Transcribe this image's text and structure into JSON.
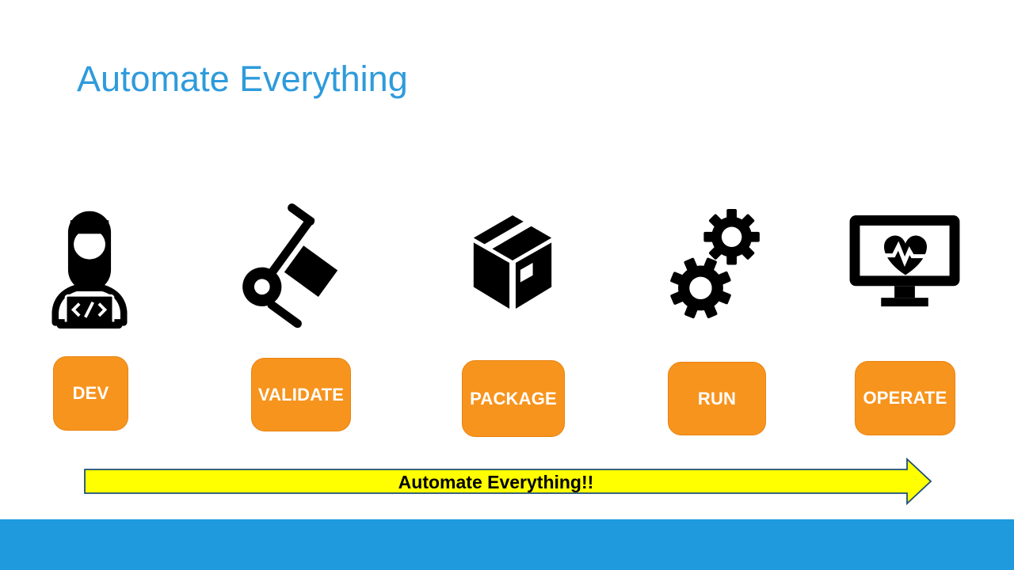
{
  "slide": {
    "title": "Automate Everything",
    "arrow_label": "Automate Everything!!"
  },
  "stages": [
    {
      "label": "DEV",
      "icon": "developer-woman-laptop-icon"
    },
    {
      "label": "VALIDATE",
      "icon": "hand-truck-icon"
    },
    {
      "label": "PACKAGE",
      "icon": "package-box-icon"
    },
    {
      "label": "RUN",
      "icon": "gears-icon"
    },
    {
      "label": "OPERATE",
      "icon": "monitor-heartbeat-icon"
    }
  ],
  "colors": {
    "title-blue": "#2E9BDB",
    "footer-blue": "#1E9ADD",
    "stage-orange": "#F7941E",
    "stage-orange-border": "#E8830F",
    "arrow-yellow": "#FFFF00",
    "arrow-border": "#1F4E79",
    "icon-black": "#000000",
    "stage-text": "#FFFFFF",
    "arrow-text": "#000000"
  }
}
